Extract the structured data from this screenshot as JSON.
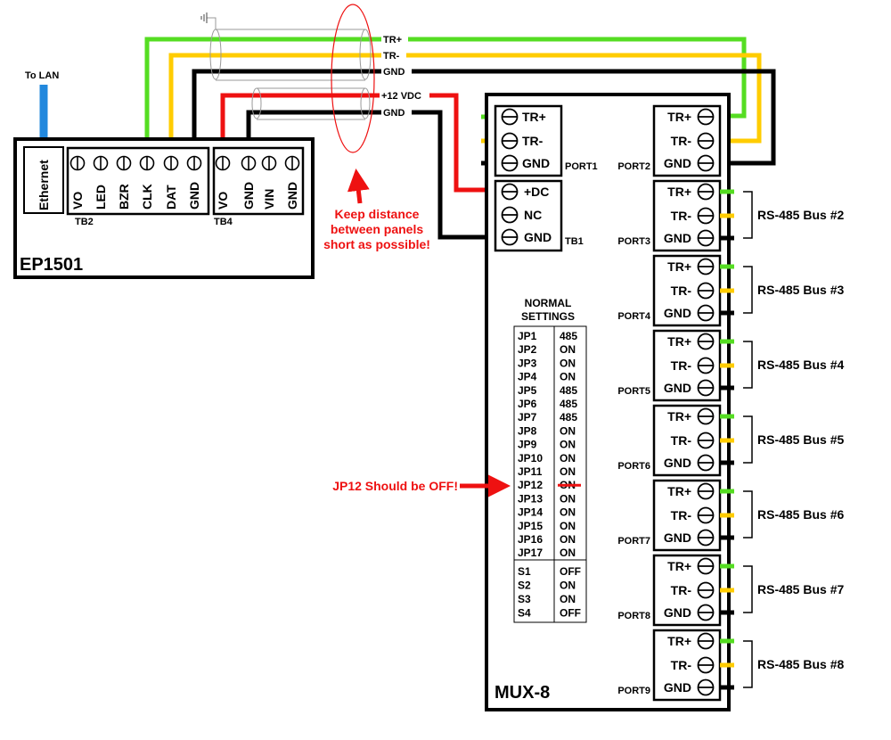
{
  "colors": {
    "green": "#55dd22",
    "yellow": "#ffcc00",
    "black": "#000000",
    "red": "#ee1111",
    "blue": "#2288dd"
  },
  "lan_label": "To LAN",
  "ep1501": {
    "title": "EP1501",
    "ethernet_label": "Ethernet",
    "tb2_label": "TB2",
    "tb2_terminals": [
      "VO",
      "LED",
      "BZR",
      "CLK",
      "DAT",
      "GND"
    ],
    "tb4_label": "TB4",
    "tb4_terminals": [
      "VO",
      "GND",
      "VIN",
      "GND"
    ]
  },
  "wire_labels": {
    "trp": "TR+",
    "trm": "TR-",
    "gnd1": "GND",
    "v12": "+12 VDC",
    "gnd2": "GND"
  },
  "callout": {
    "line1": "Keep distance",
    "line2": "between panels",
    "line3": "short as possible!"
  },
  "jp12_callout": "JP12 Should be OFF!",
  "mux8": {
    "title": "MUX-8",
    "port1": {
      "label": "PORT1",
      "terminals": [
        "TR+",
        "TR-",
        "GND"
      ]
    },
    "tb1": {
      "label": "TB1",
      "terminals": [
        "+DC",
        "NC",
        "GND"
      ]
    },
    "ports": [
      {
        "label": "PORT2",
        "terminals": [
          "TR+",
          "TR-",
          "GND"
        ],
        "bus": ""
      },
      {
        "label": "PORT3",
        "terminals": [
          "TR+",
          "TR-",
          "GND"
        ],
        "bus": "RS-485 Bus #2"
      },
      {
        "label": "PORT4",
        "terminals": [
          "TR+",
          "TR-",
          "GND"
        ],
        "bus": "RS-485 Bus #3"
      },
      {
        "label": "PORT5",
        "terminals": [
          "TR+",
          "TR-",
          "GND"
        ],
        "bus": "RS-485 Bus #4"
      },
      {
        "label": "PORT6",
        "terminals": [
          "TR+",
          "TR-",
          "GND"
        ],
        "bus": "RS-485 Bus #5"
      },
      {
        "label": "PORT7",
        "terminals": [
          "TR+",
          "TR-",
          "GND"
        ],
        "bus": "RS-485 Bus #6"
      },
      {
        "label": "PORT8",
        "terminals": [
          "TR+",
          "TR-",
          "GND"
        ],
        "bus": "RS-485 Bus #7"
      },
      {
        "label": "PORT9",
        "terminals": [
          "TR+",
          "TR-",
          "GND"
        ],
        "bus": "RS-485 Bus #8"
      }
    ],
    "settings": {
      "title1": "NORMAL",
      "title2": "SETTINGS",
      "jumpers": [
        {
          "name": "JP1",
          "value": "485"
        },
        {
          "name": "JP2",
          "value": "ON"
        },
        {
          "name": "JP3",
          "value": "ON"
        },
        {
          "name": "JP4",
          "value": "ON"
        },
        {
          "name": "JP5",
          "value": "485"
        },
        {
          "name": "JP6",
          "value": "485"
        },
        {
          "name": "JP7",
          "value": "485"
        },
        {
          "name": "JP8",
          "value": "ON"
        },
        {
          "name": "JP9",
          "value": "ON"
        },
        {
          "name": "JP10",
          "value": "ON"
        },
        {
          "name": "JP11",
          "value": "ON"
        },
        {
          "name": "JP12",
          "value": "ON",
          "struck": true
        },
        {
          "name": "JP13",
          "value": "ON"
        },
        {
          "name": "JP14",
          "value": "ON"
        },
        {
          "name": "JP15",
          "value": "ON"
        },
        {
          "name": "JP16",
          "value": "ON"
        },
        {
          "name": "JP17",
          "value": "ON"
        }
      ],
      "switches": [
        {
          "name": "S1",
          "value": "OFF"
        },
        {
          "name": "S2",
          "value": "ON"
        },
        {
          "name": "S3",
          "value": "ON"
        },
        {
          "name": "S4",
          "value": "OFF"
        }
      ]
    }
  }
}
